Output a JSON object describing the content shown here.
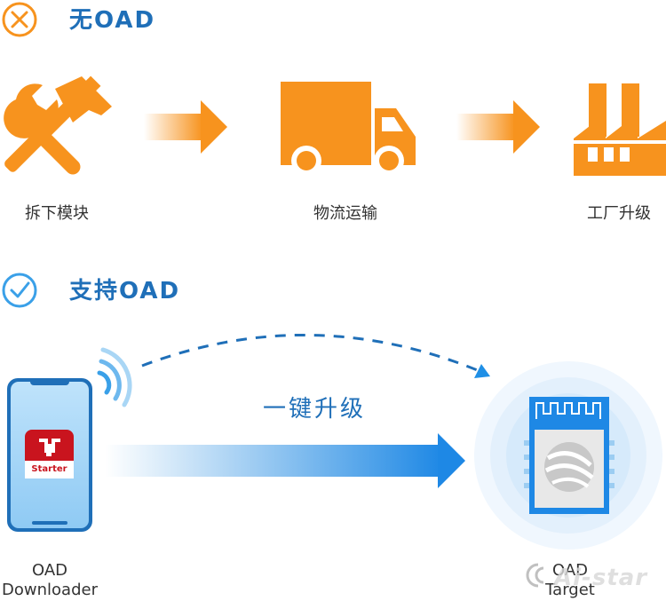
{
  "no_oad": {
    "title": "无OAD",
    "steps": [
      {
        "label": "拆下模块",
        "icon": "tools-icon"
      },
      {
        "label": "物流运输",
        "icon": "truck-icon"
      },
      {
        "label": "工厂升级",
        "icon": "factory-icon"
      }
    ]
  },
  "with_oad": {
    "title": "支持OAD",
    "center_label": "一键升级",
    "downloader": {
      "line1": "OAD",
      "line2": "Downloader",
      "app_name": "Starter"
    },
    "target": {
      "line1": "OAD",
      "line2": "Target"
    }
  },
  "watermark": "Ai-star",
  "colors": {
    "orange": "#f7931e",
    "blue": "#1f6fb8",
    "light_blue": "#3aa0e8"
  }
}
